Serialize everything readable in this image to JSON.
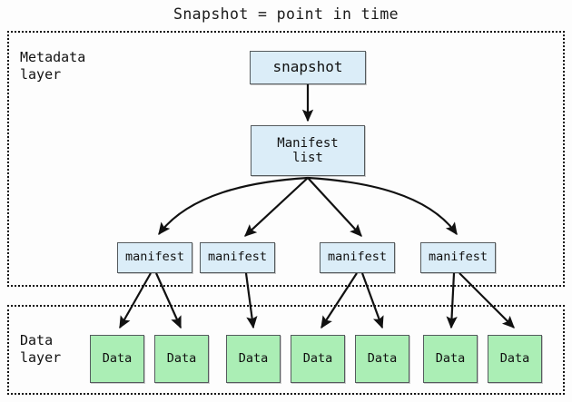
{
  "diagram": {
    "title": "Snapshot = point in time",
    "background_color": "#fdfdfd",
    "layers": [
      {
        "id": "metadata",
        "label": "Metadata\nlayer",
        "border_style": "dotted",
        "border_color": "#111111"
      },
      {
        "id": "data",
        "label": "Data\nlayer",
        "border_style": "dotted",
        "border_color": "#111111"
      }
    ],
    "colors": {
      "metadata_node_fill": "#dbedf8",
      "data_node_fill": "#abeeb5",
      "node_border": "#555b5e",
      "arrow": "#111111",
      "text": "#111111"
    },
    "nodes": {
      "snapshot": {
        "label": "snapshot",
        "layer": "metadata",
        "fill": "#dbedf8"
      },
      "manifest_list": {
        "label": "Manifest\nlist",
        "layer": "metadata",
        "fill": "#dbedf8"
      },
      "manifests": [
        {
          "label": "manifest"
        },
        {
          "label": "manifest"
        },
        {
          "label": "manifest"
        },
        {
          "label": "manifest"
        }
      ],
      "data_files": [
        {
          "label": "Data"
        },
        {
          "label": "Data"
        },
        {
          "label": "Data"
        },
        {
          "label": "Data"
        },
        {
          "label": "Data"
        },
        {
          "label": "Data"
        },
        {
          "label": "Data"
        }
      ]
    },
    "edges": [
      {
        "from": "snapshot",
        "to": "manifest_list",
        "style": "straight"
      },
      {
        "from": "manifest_list",
        "to": "manifest-0",
        "style": "curved"
      },
      {
        "from": "manifest_list",
        "to": "manifest-1",
        "style": "straight"
      },
      {
        "from": "manifest_list",
        "to": "manifest-2",
        "style": "straight"
      },
      {
        "from": "manifest_list",
        "to": "manifest-3",
        "style": "curved"
      },
      {
        "from": "manifest-0",
        "to": "data-0",
        "style": "straight"
      },
      {
        "from": "manifest-0",
        "to": "data-1",
        "style": "straight"
      },
      {
        "from": "manifest-1",
        "to": "data-2",
        "style": "straight"
      },
      {
        "from": "manifest-2",
        "to": "data-3",
        "style": "straight"
      },
      {
        "from": "manifest-2",
        "to": "data-4",
        "style": "straight"
      },
      {
        "from": "manifest-3",
        "to": "data-5",
        "style": "straight"
      },
      {
        "from": "manifest-3",
        "to": "data-6",
        "style": "straight"
      }
    ]
  }
}
